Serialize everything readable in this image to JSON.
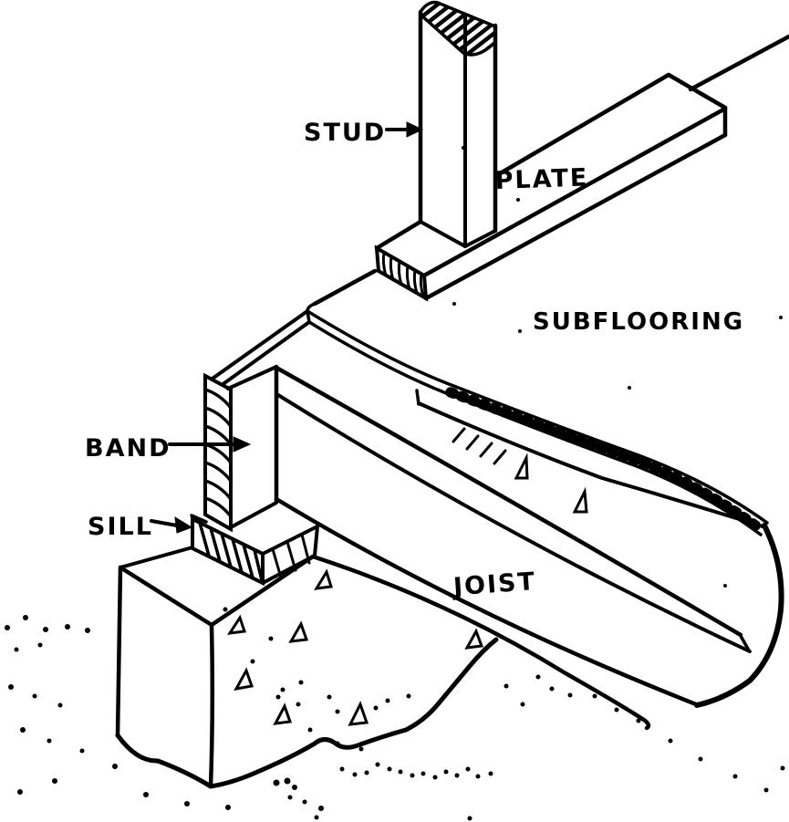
{
  "figure": {
    "type": "construction-framing-diagram",
    "ink_color": "#000000",
    "paper_color": "#ffffff"
  },
  "labels": {
    "stud": "STUD",
    "plate": "PLATE",
    "subflooring": "SUBFLOORING",
    "band": "BAND",
    "sill": "SILL",
    "joist": "JOIST"
  },
  "callouts": [
    {
      "label": "STUD",
      "arrow": "points right at vertical stud"
    },
    {
      "label": "BAND",
      "arrow": "points right at band face"
    },
    {
      "label": "SILL",
      "arrow": "points right at sill end"
    }
  ]
}
